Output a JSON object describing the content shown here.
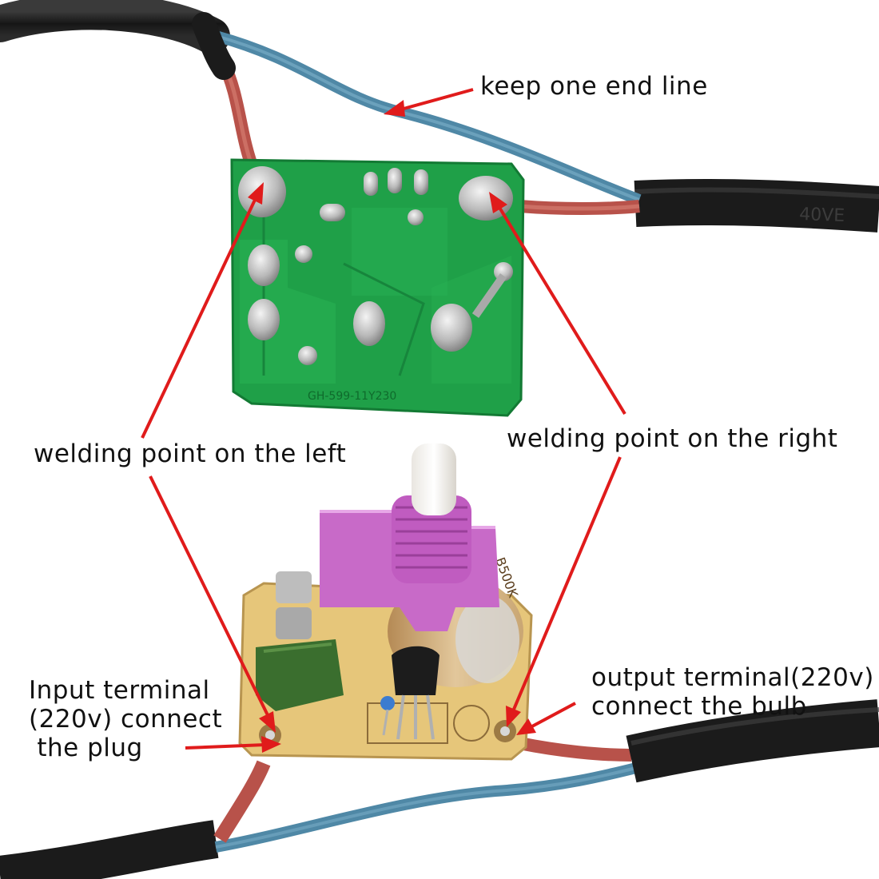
{
  "annotations": {
    "keep_line": "keep one end line",
    "weld_left": "welding point on the left",
    "weld_right": "welding point on the right",
    "input_terminal": [
      "Input terminal",
      "(220v) connect",
      " the plug"
    ],
    "output_terminal": [
      "output terminal(220v)",
      "connect the bulb"
    ]
  },
  "board_markings": {
    "top_board_code": "GH-599-11Y230",
    "potentiometer_value": "B500K",
    "cable_print": "40VE"
  },
  "colors": {
    "arrow": "#e01b1b",
    "cable_black": "#1c1c1c",
    "wire_blue": "#4f88a6",
    "wire_red": "#b8524a",
    "pcb_green": "#1fa048",
    "pcb_tan": "#e6c67a",
    "knob_pink": "#c86ac8"
  }
}
